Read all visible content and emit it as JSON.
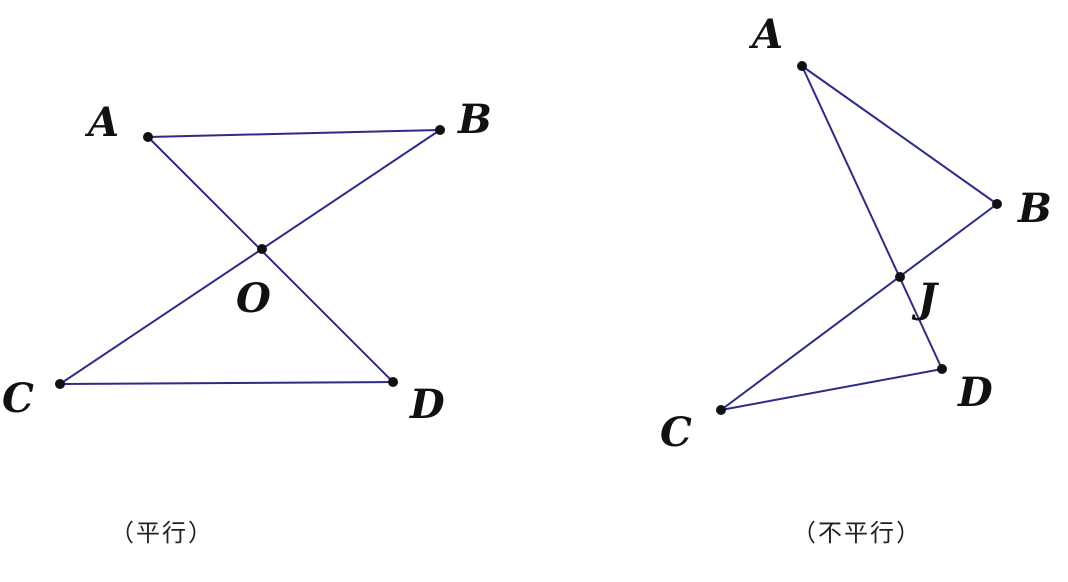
{
  "figures": [
    {
      "caption": "（平行）",
      "points": {
        "A": "A",
        "B": "B",
        "O": "O",
        "C": "C",
        "D": "D"
      }
    },
    {
      "caption": "（不平行）",
      "points": {
        "A": "A",
        "B": "B",
        "J": "J",
        "C": "C",
        "D": "D"
      }
    }
  ],
  "colors": {
    "segment": "#2b2b8a",
    "point": "#111111"
  }
}
